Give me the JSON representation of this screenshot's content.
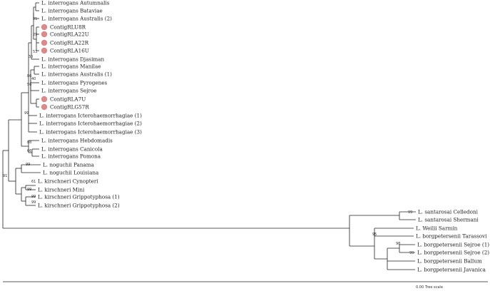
{
  "colors": {
    "branch": "#222222",
    "contig_marker": "#d98a8a",
    "text": "#222222"
  },
  "scale_bar": {
    "value": "0.00",
    "label": "Tree scale"
  },
  "taxa": [
    {
      "label": "L. interrogans Autumnalis",
      "contig": false
    },
    {
      "label": "L. interrogans Bataviae",
      "contig": false
    },
    {
      "label": "L. interrogans Australis (2)",
      "contig": false
    },
    {
      "label": "ContigRLU8R",
      "contig": true
    },
    {
      "label": "ContigRLA22U",
      "contig": true
    },
    {
      "label": "ContigRLA22R",
      "contig": true
    },
    {
      "label": "ContigRLA16U",
      "contig": true
    },
    {
      "label": "L. interrogans Djasiman",
      "contig": false
    },
    {
      "label": "L. interrogans Manilae",
      "contig": false
    },
    {
      "label": "L. interrogans Australis (1)",
      "contig": false
    },
    {
      "label": "L. interrogans Pyrogenes",
      "contig": false
    },
    {
      "label": "L. interrogans Sejroe",
      "contig": false
    },
    {
      "label": "ContigRLA7U",
      "contig": true
    },
    {
      "label": "ContigRLG57R",
      "contig": true
    },
    {
      "label": "L. interrogans Icterohaemorrhagiae (1)",
      "contig": false
    },
    {
      "label": "L. interrogans Icterohaemorrhagiae (2)",
      "contig": false
    },
    {
      "label": "L. interrogans Icterohaemorrhagiae (3)",
      "contig": false
    },
    {
      "label": "L. interrogans Hebdomadis",
      "contig": false
    },
    {
      "label": "L. interrogans Canicola",
      "contig": false
    },
    {
      "label": "L. interrogans Pomona",
      "contig": false
    },
    {
      "label": "L. noguchii Panama",
      "contig": false
    },
    {
      "label": "L. noguchii Louisiana",
      "contig": false
    },
    {
      "label": "L. kirschneri Cynopteri",
      "contig": false
    },
    {
      "label": "L. kirschneri Mini",
      "contig": false
    },
    {
      "label": "L. kirschneri Grippotyphosa (1)",
      "contig": false
    },
    {
      "label": "L. kirschneri Grippotyphosa (2)",
      "contig": false
    },
    {
      "label": "L. santarosai Celledoni",
      "contig": false
    },
    {
      "label": "L. santarosai Shermani",
      "contig": false
    },
    {
      "label": "L. Weilii Sarmin",
      "contig": false
    },
    {
      "label": "L. borgpetersenii Tarassovi",
      "contig": false
    },
    {
      "label": "L. borgpetersenii Sejroe (1)",
      "contig": false
    },
    {
      "label": "L. borgpetersenii Sejroe (2)",
      "contig": false
    },
    {
      "label": "L. borgpetersenii Ballum",
      "contig": false
    },
    {
      "label": "L. borgpetersenii Javanica",
      "contig": false
    }
  ],
  "support_values": [
    "25",
    "29",
    "53",
    "30",
    "40",
    "86",
    "56",
    "99",
    "91",
    "88",
    "66",
    "99",
    "61",
    "99",
    "99",
    "99",
    "99",
    "95",
    "98",
    "99"
  ]
}
